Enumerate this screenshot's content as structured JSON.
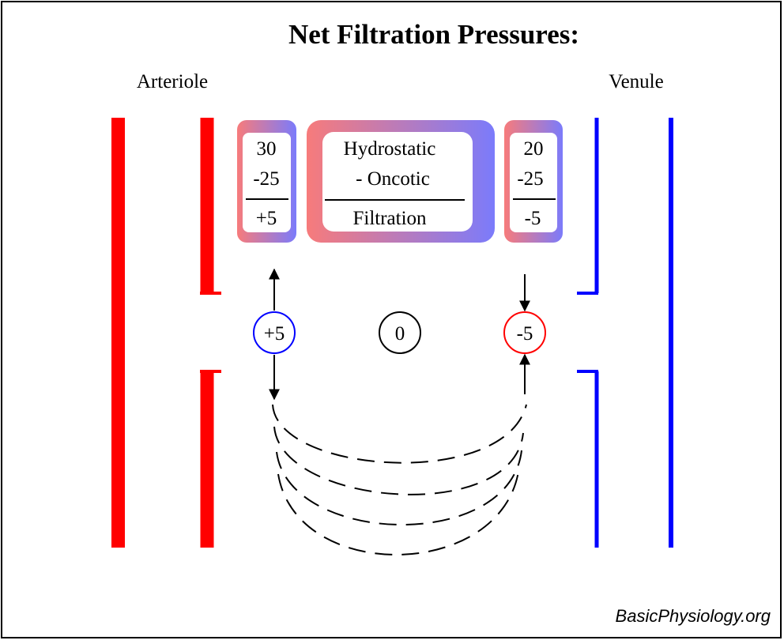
{
  "title": "Net Filtration Pressures:",
  "labels": {
    "left_vessel": "Arteriole",
    "right_vessel": "Venule"
  },
  "boxes": {
    "arterial": {
      "hydrostatic": "30",
      "oncotic": "-25",
      "result": "+5"
    },
    "legend": {
      "line1": "Hydrostatic",
      "line2": "- Oncotic",
      "line3": "Filtration"
    },
    "venous": {
      "hydrostatic": "20",
      "oncotic": "-25",
      "result": "-5"
    }
  },
  "circles": {
    "arterial": "+5",
    "middle": "0",
    "venous": "-5"
  },
  "colors": {
    "arterial": "#ff0000",
    "venous": "#0000ff",
    "box_red": "#f77b7b",
    "box_blue": "#7b7bfb"
  },
  "credit": "BasicPhysiology.org"
}
